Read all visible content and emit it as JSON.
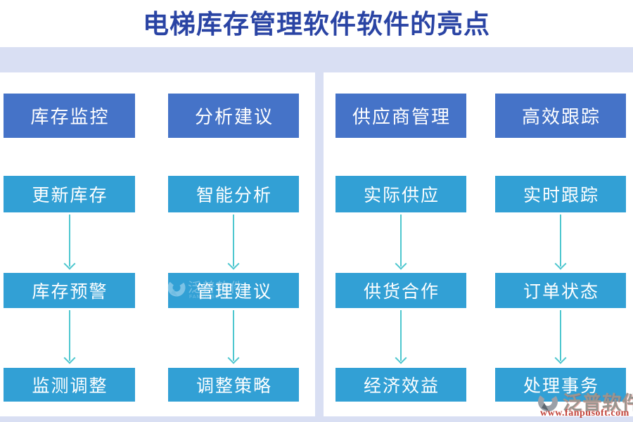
{
  "title": "电梯库存管理软件软件的亮点",
  "columns": [
    {
      "header": "库存监控",
      "items": [
        "更新库存",
        "库存预警",
        "监测调整"
      ]
    },
    {
      "header": "分析建议",
      "items": [
        "智能分析",
        "管理建议",
        "调整策略"
      ]
    },
    {
      "header": "供应商管理",
      "items": [
        "实际供应",
        "供货合作",
        "经济效益"
      ]
    },
    {
      "header": "高效跟踪",
      "items": [
        "实时跟踪",
        "订单状态",
        "处理事务"
      ]
    }
  ],
  "watermark": {
    "brand": "泛普软件",
    "url": "www.fanpusoft.com"
  },
  "center_watermark": {
    "brand": "泛普软件",
    "sub": "FANPU SOFT"
  },
  "colors": {
    "title_text": "#2a44a4",
    "header_box": "#4573c8",
    "item_box": "#32a0d5",
    "arrow": "#4ec7cf",
    "divider_bar": "#d9dff3",
    "watermark_url": "#c2453c",
    "watermark_brand": "#9a958f"
  }
}
